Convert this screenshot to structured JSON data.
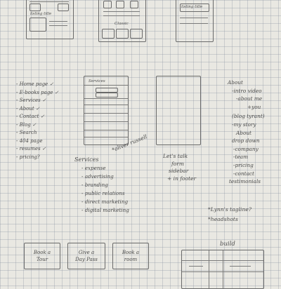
{
  "top_row": {
    "left": {
      "label": "listing title"
    },
    "middle": {
      "label": "Classic"
    },
    "right": {
      "label": "listing title"
    }
  },
  "nav_list": {
    "items": [
      {
        "label": "Home page",
        "checked": true
      },
      {
        "label": "E-books page",
        "checked": true
      },
      {
        "label": "Services",
        "checked": true
      },
      {
        "label": "About",
        "checked": true
      },
      {
        "label": "Contact",
        "checked": true
      },
      {
        "label": "Blog",
        "checked": true
      },
      {
        "label": "Search",
        "checked": false
      },
      {
        "label": "404 page",
        "checked": false
      },
      {
        "label": "resumes",
        "checked": true
      },
      {
        "label": "pricing?",
        "checked": false
      }
    ]
  },
  "services_wireframe": {
    "title": "Services"
  },
  "services_list": {
    "heading": "Services",
    "items": [
      "expense",
      "advertising",
      "branding",
      "public relations",
      "direct marketing",
      "digital marketing"
    ]
  },
  "oliver_note": {
    "text": "*oliver russell"
  },
  "lets_talk_note": {
    "lines": [
      "Let's talk",
      "form",
      "sidebar",
      "+ in footer"
    ]
  },
  "about_notes": {
    "items": [
      "About",
      "-intro video",
      "-about me",
      "+you",
      "(blog tyrant)",
      "-my story",
      "About",
      "drop down",
      "-company",
      "-team",
      "-pricing",
      "-contact",
      "testimonials"
    ]
  },
  "bottom_notes": {
    "items": [
      "*Lynn's tagline?",
      "*headshots"
    ]
  },
  "cta_buttons": {
    "items": [
      "Book a Tour",
      "Give a Day Pass",
      "Book a room"
    ]
  },
  "build_label": {
    "text": "build"
  }
}
